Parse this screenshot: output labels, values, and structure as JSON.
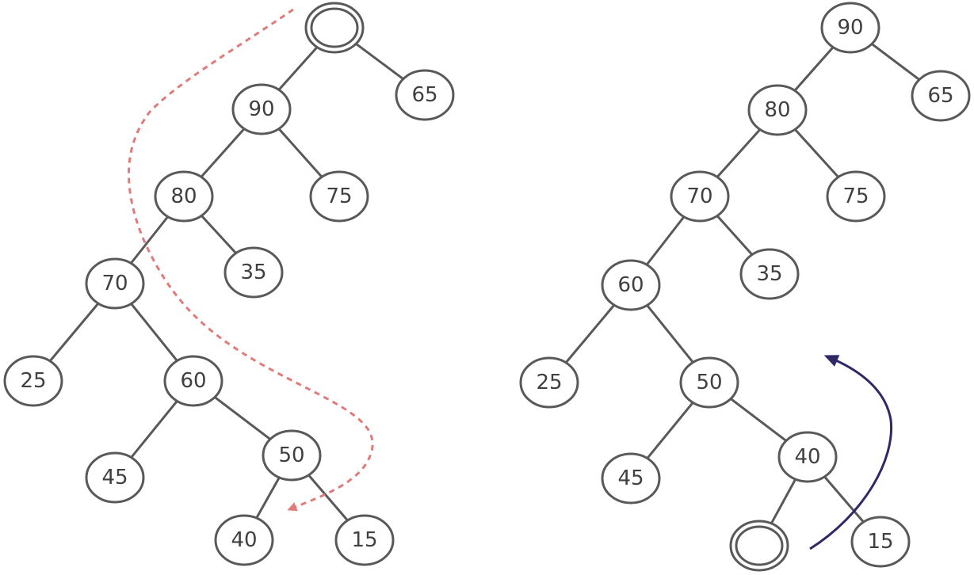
{
  "colors": {
    "node_stroke": "#595959",
    "node_text": "#404040",
    "dashed_arrow": "#E07B7B",
    "sift_arrow": "#2E2966"
  },
  "left_tree": {
    "nodes": [
      {
        "id": "root",
        "label": "",
        "kind": "empty-double"
      },
      {
        "id": "n90",
        "label": "90"
      },
      {
        "id": "n65",
        "label": "65"
      },
      {
        "id": "n80",
        "label": "80"
      },
      {
        "id": "n75",
        "label": "75"
      },
      {
        "id": "n70",
        "label": "70"
      },
      {
        "id": "n35",
        "label": "35"
      },
      {
        "id": "n25",
        "label": "25"
      },
      {
        "id": "n60",
        "label": "60"
      },
      {
        "id": "n45",
        "label": "45"
      },
      {
        "id": "n50",
        "label": "50"
      },
      {
        "id": "n40",
        "label": "40"
      },
      {
        "id": "n15",
        "label": "15"
      }
    ],
    "edges": [
      [
        "root",
        "n90"
      ],
      [
        "root",
        "n65"
      ],
      [
        "n90",
        "n80"
      ],
      [
        "n90",
        "n75"
      ],
      [
        "n80",
        "n70"
      ],
      [
        "n80",
        "n35"
      ],
      [
        "n70",
        "n25"
      ],
      [
        "n70",
        "n60"
      ],
      [
        "n60",
        "n45"
      ],
      [
        "n60",
        "n50"
      ],
      [
        "n50",
        "n40"
      ],
      [
        "n50",
        "n15"
      ]
    ]
  },
  "right_tree": {
    "nodes": [
      {
        "id": "r90",
        "label": "90"
      },
      {
        "id": "r65",
        "label": "65"
      },
      {
        "id": "r80",
        "label": "80"
      },
      {
        "id": "r75",
        "label": "75"
      },
      {
        "id": "r70",
        "label": "70"
      },
      {
        "id": "r35",
        "label": "35"
      },
      {
        "id": "r60",
        "label": "60"
      },
      {
        "id": "r25",
        "label": "25"
      },
      {
        "id": "r50",
        "label": "50"
      },
      {
        "id": "r45",
        "label": "45"
      },
      {
        "id": "r40",
        "label": "40"
      },
      {
        "id": "rempty",
        "label": "",
        "kind": "empty-double"
      },
      {
        "id": "r15",
        "label": "15"
      }
    ],
    "edges": [
      [
        "r90",
        "r80"
      ],
      [
        "r90",
        "r65"
      ],
      [
        "r80",
        "r70"
      ],
      [
        "r80",
        "r75"
      ],
      [
        "r70",
        "r60"
      ],
      [
        "r70",
        "r35"
      ],
      [
        "r60",
        "r25"
      ],
      [
        "r60",
        "r50"
      ],
      [
        "r50",
        "r45"
      ],
      [
        "r50",
        "r40"
      ],
      [
        "r40",
        "rempty"
      ],
      [
        "r40",
        "r15"
      ]
    ]
  }
}
